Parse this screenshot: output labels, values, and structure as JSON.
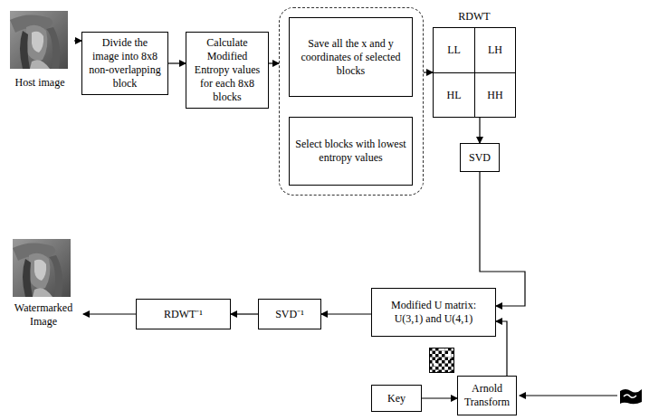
{
  "diagram": {
    "nodes": [
      {
        "text": [
          "Host image"
        ]
      },
      {
        "text": [
          "Divide the image into 8x8 non-overlapping block"
        ]
      },
      {
        "text": [
          "Calculate Modified Entropy values for each 8x8 blocks"
        ]
      },
      {
        "text": []
      },
      {
        "text": [
          "Save all the x and y coordinates of selected blocks"
        ],
        "in": 3
      },
      {
        "text": [
          "Select blocks with lowest entropy values"
        ],
        "in": 3
      },
      {
        "text": [
          "RDWT"
        ]
      },
      {
        "text": [
          "LL"
        ],
        "in": 6
      },
      {
        "text": [
          "LH"
        ],
        "in": 6
      },
      {
        "text": [
          "HL"
        ],
        "in": 6
      },
      {
        "text": [
          "HH"
        ],
        "in": 6
      },
      {
        "text": [
          "SVD"
        ]
      },
      {
        "text": [
          "Modified U matrix: U(3,1) and U(4,1)"
        ]
      },
      {
        "text": [
          "SVD⁻¹"
        ]
      },
      {
        "text": [
          "RDWT⁻¹"
        ]
      },
      {
        "text": [
          "Watermarked Image"
        ]
      },
      {
        "text": [
          "Key"
        ]
      },
      {
        "text": [
          "Arnold Transform"
        ]
      }
    ],
    "edges": [
      {
        "from": 0,
        "to": 1,
        "arrow": "to"
      },
      {
        "from": 1,
        "to": 2,
        "arrow": "to"
      },
      {
        "from": 2,
        "to": 3,
        "arrow": "to"
      },
      {
        "from": 3,
        "to": 6,
        "arrow": "to"
      },
      {
        "from": 6,
        "to": 11,
        "arrow": "to"
      },
      {
        "from": 11,
        "to": 12,
        "arrow": "to"
      },
      {
        "from": 17,
        "to": 12,
        "arrow": "to"
      },
      {
        "from": 16,
        "to": 17,
        "arrow": "to"
      },
      {
        "from": 12,
        "to": 13,
        "arrow": "to"
      },
      {
        "from": 13,
        "to": 14,
        "arrow": "to"
      },
      {
        "from": 14,
        "to": 15,
        "arrow": "to"
      }
    ]
  }
}
